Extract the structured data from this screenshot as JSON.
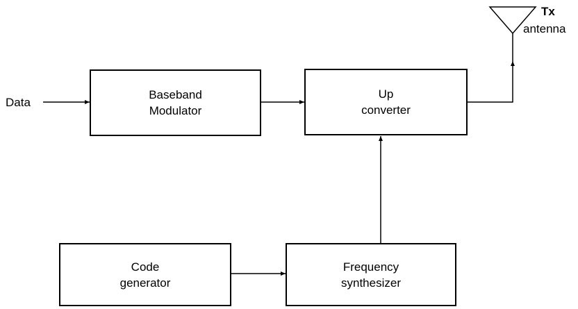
{
  "input_label": "Data",
  "antenna": {
    "title": "Tx",
    "subtitle": "antenna"
  },
  "blocks": {
    "baseband_modulator": {
      "line1": "Baseband",
      "line2": "Modulator"
    },
    "up_converter": {
      "line1": "Up",
      "line2": "converter"
    },
    "code_generator": {
      "line1": "Code",
      "line2": "generator"
    },
    "frequency_synthesizer": {
      "line1": "Frequency",
      "line2": "synthesizer"
    }
  },
  "colors": {
    "stroke": "#000000",
    "background": "#ffffff"
  }
}
